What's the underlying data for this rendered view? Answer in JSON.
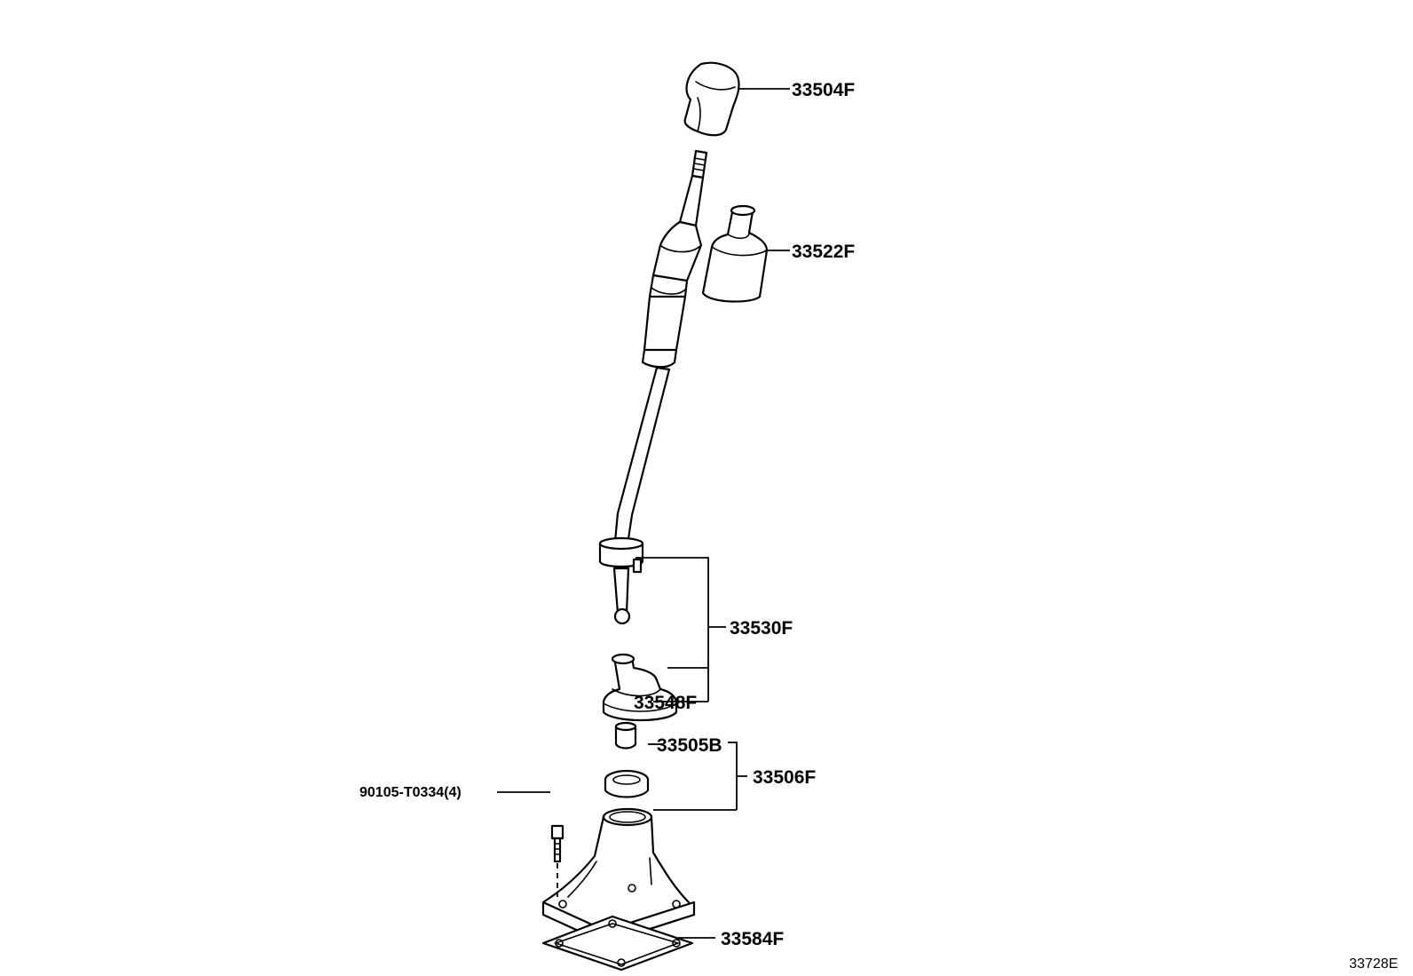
{
  "diagram": {
    "labels": {
      "knob": "33504F",
      "boot_upper": "33522F",
      "lever_assy": "33530F",
      "bushing": "33548F",
      "seal": "33505B",
      "retainer": "33506F",
      "bolt": "90105-T0334(4)",
      "gasket": "33584F"
    },
    "diagram_id": "33728E"
  }
}
